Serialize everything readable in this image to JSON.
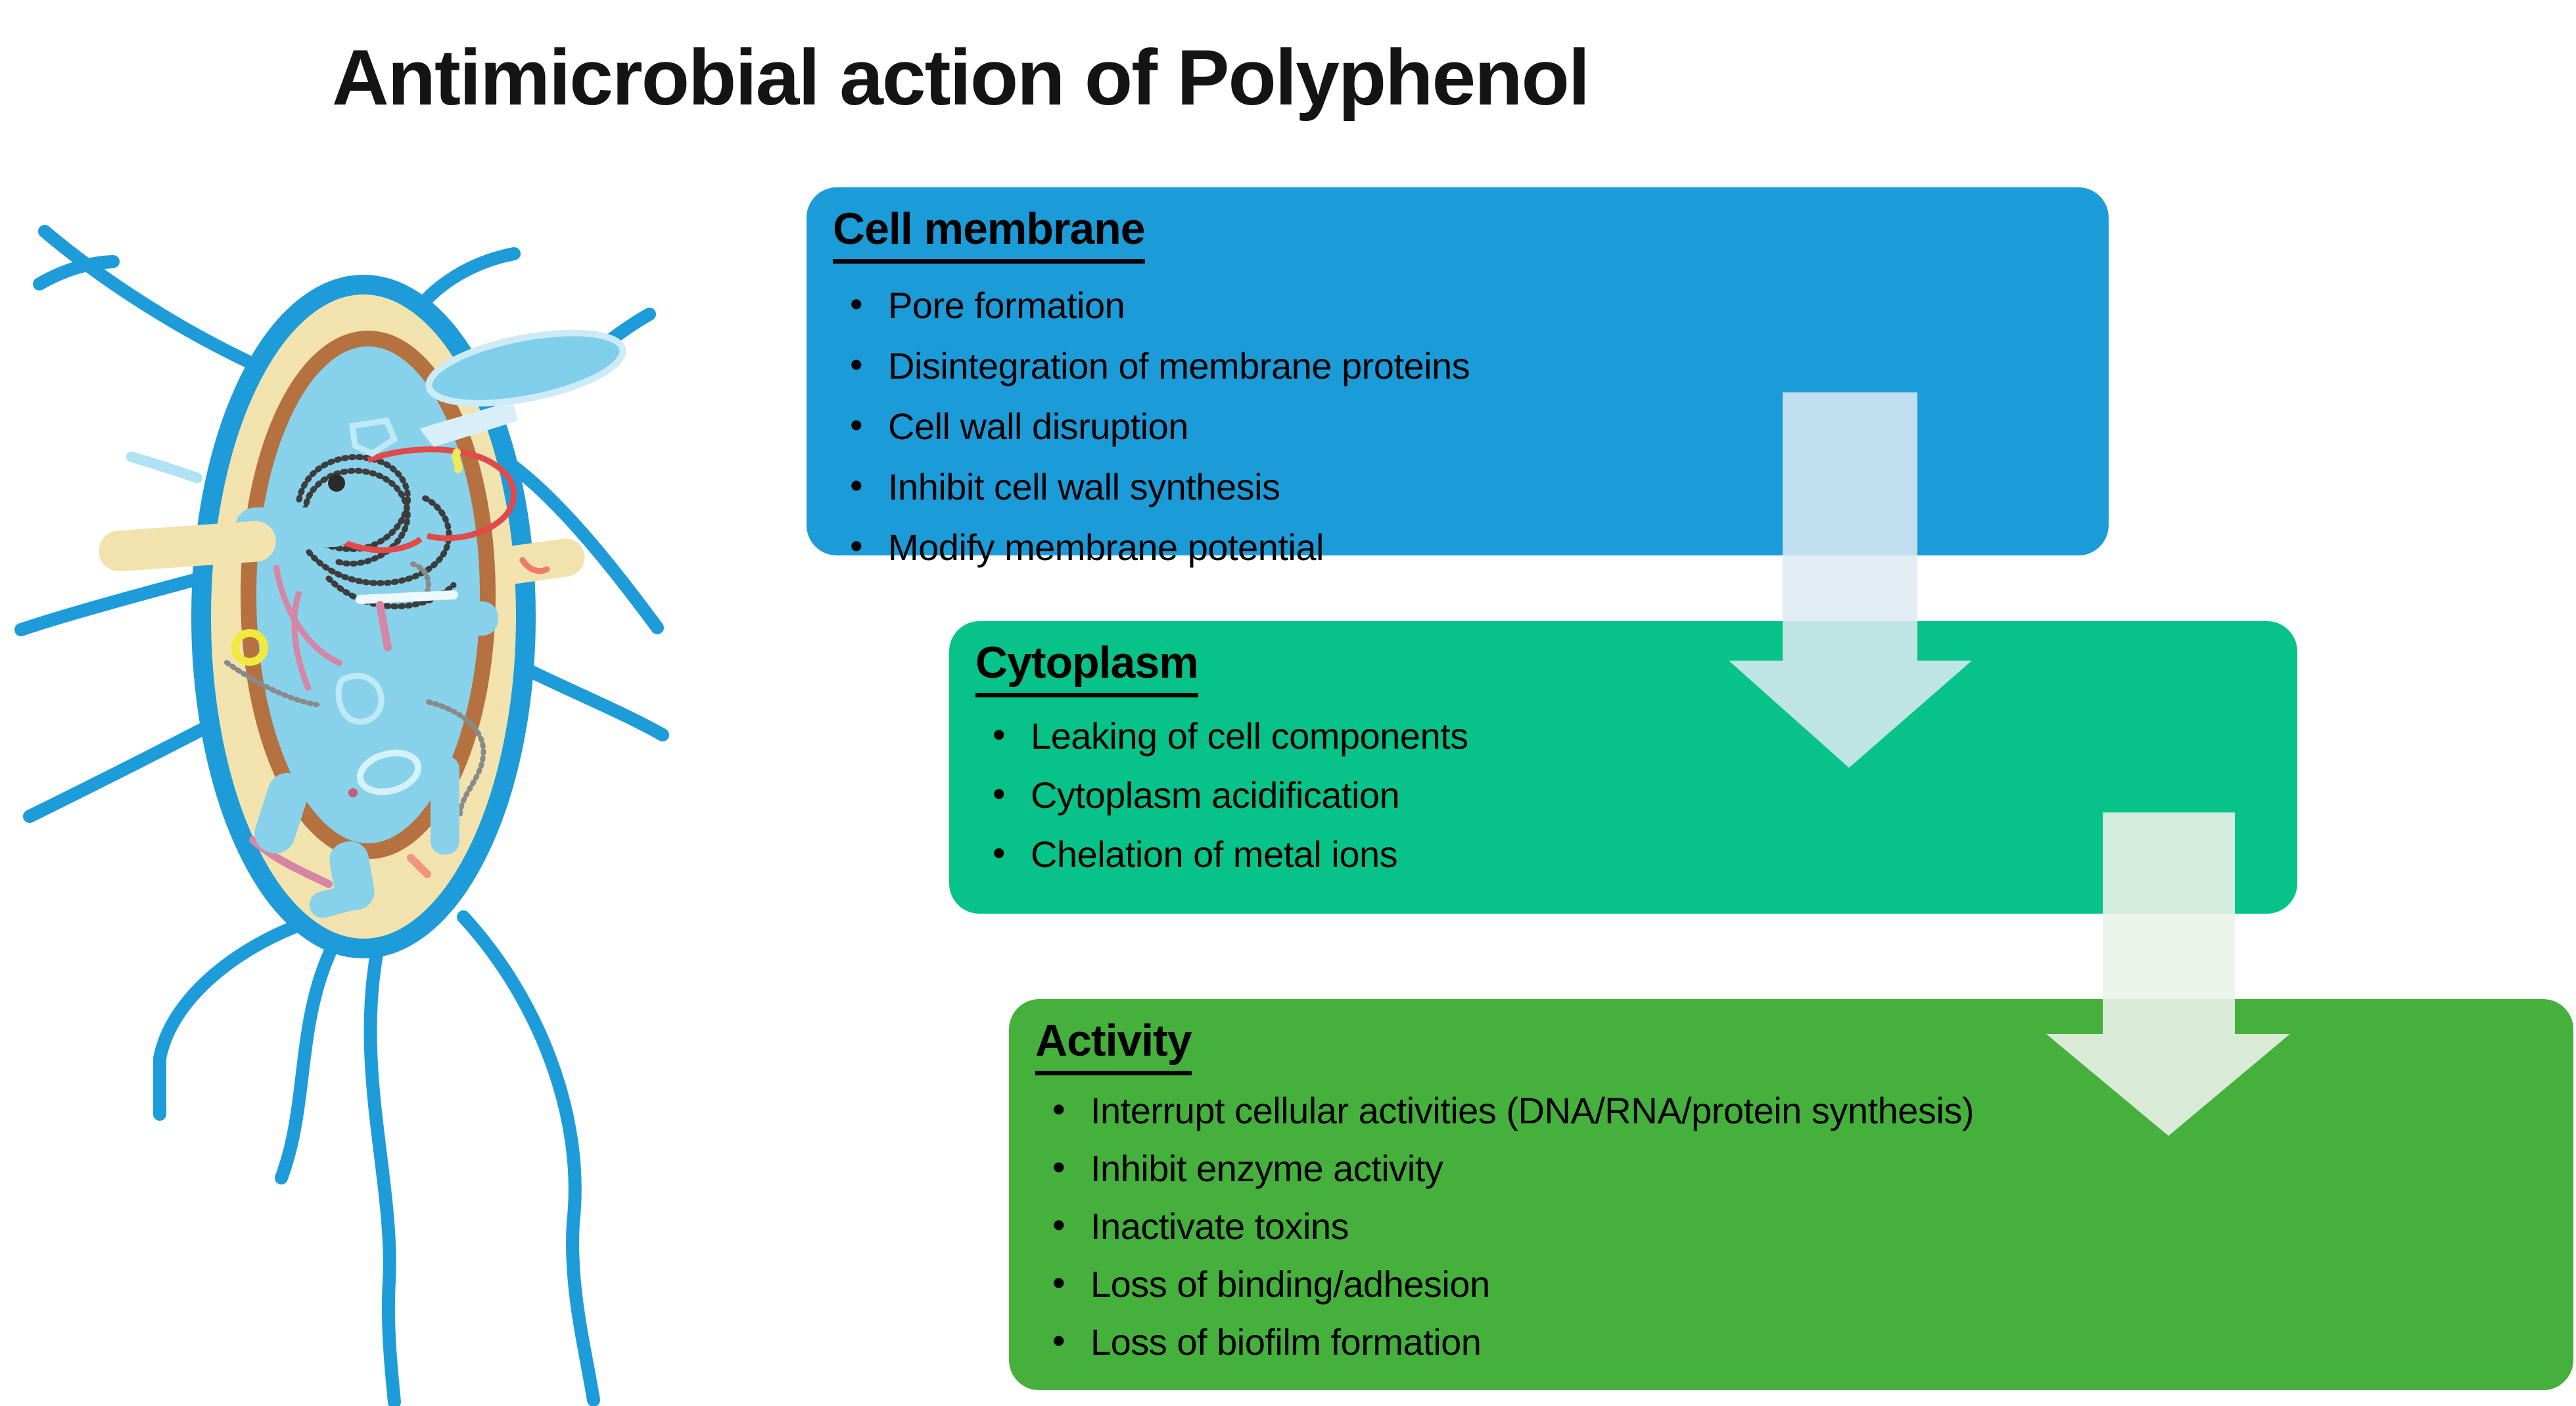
{
  "title": "Antimicrobial action of Polyphenol",
  "glyphs": {
    "bullet": "•"
  },
  "colors": {
    "cell_membrane_box": "#1B9CD8",
    "cytoplasm_box": "#07C289",
    "activity_box": "#45B03C",
    "arrow_blue": "rgba(222,234,245,0.85)",
    "arrow_green": "rgba(233,242,232,0.9)",
    "bacterium_outline": "#1E9BD9",
    "bacterium_wall": "#F2E3AE",
    "bacterium_inner_membrane": "#B5713F",
    "bacterium_cytoplasm": "#87D2EA"
  },
  "boxes": {
    "cell_membrane": {
      "heading": "Cell membrane",
      "items": [
        "Pore formation",
        "Disintegration of membrane proteins",
        "Cell wall disruption",
        "Inhibit cell wall synthesis",
        "Modify membrane potential"
      ]
    },
    "cytoplasm": {
      "heading": "Cytoplasm",
      "items": [
        "Leaking of cell components",
        "Cytoplasm acidification",
        "Chelation of metal ions"
      ]
    },
    "activity": {
      "heading": "Activity",
      "items": [
        "Interrupt cellular activities (DNA/RNA/protein synthesis)",
        "Inhibit enzyme activity",
        "Inactivate toxins",
        "Loss of binding/adhesion",
        "Loss of biofilm formation"
      ]
    }
  }
}
